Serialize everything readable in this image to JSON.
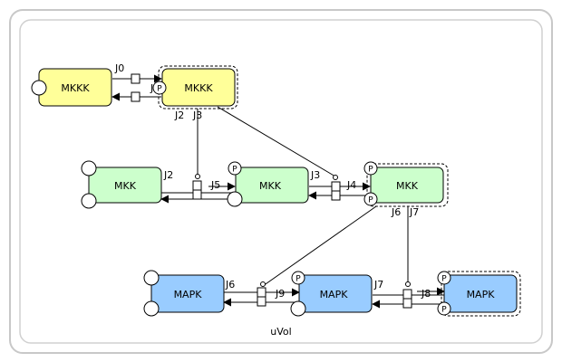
{
  "compartment": {
    "label": "uVol"
  },
  "species": {
    "mkkk_1": "MKKK",
    "mkkk_2": "MKKK",
    "mkk_1": "MKK",
    "mkk_2": "MKK",
    "mkk_3": "MKK",
    "mapk_1": "MAPK",
    "mapk_2": "MAPK",
    "mapk_3": "MAPK"
  },
  "site_marker": "P",
  "reactions": {
    "j0": "J0",
    "j1": "J1",
    "j2_top": "J2",
    "j3_top": "J3",
    "j2": "J2",
    "j5": "J5",
    "j3": "J3",
    "j4": "J4",
    "j6_top": "J6",
    "j7_top": "J7",
    "j6": "J6",
    "j9": "J9",
    "j7": "J7",
    "j8": "J8"
  },
  "colors": {
    "mkkk_fill": "#ffff99",
    "mkk_fill": "#ccffcc",
    "mapk_fill": "#99ccff",
    "frame": "#c8c8c8"
  }
}
